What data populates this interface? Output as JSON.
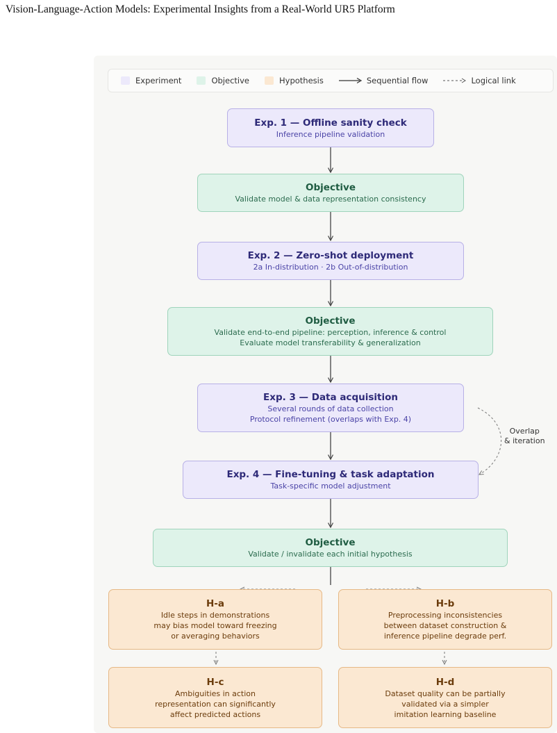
{
  "document_title": "Vision-Language-Action Models: Experimental Insights from a Real-World UR5 Platform",
  "legend": {
    "experiment": "Experiment",
    "objective": "Objective",
    "hypothesis": "Hypothesis",
    "sequential": "Sequential flow",
    "logical": "Logical link"
  },
  "colors": {
    "experiment_fill": "#ece9fb",
    "objective_fill": "#def3e9",
    "hypothesis_fill": "#fbe8d2"
  },
  "nodes": {
    "exp1": {
      "title": "Exp. 1 — Offline sanity check",
      "lines": [
        "Inference pipeline validation"
      ]
    },
    "obj1": {
      "title": "Objective",
      "lines": [
        "Validate model & data representation consistency"
      ]
    },
    "exp2": {
      "title": "Exp. 2 — Zero-shot deployment",
      "lines": [
        "2a In-distribution · 2b Out-of-distribution"
      ]
    },
    "obj2": {
      "title": "Objective",
      "lines": [
        "Validate end-to-end pipeline: perception, inference & control",
        "Evaluate model transferability & generalization"
      ]
    },
    "exp3": {
      "title": "Exp. 3 — Data acquisition",
      "lines": [
        "Several rounds of data collection",
        "Protocol refinement (overlaps with Exp. 4)"
      ]
    },
    "exp4": {
      "title": "Exp. 4 — Fine-tuning & task adaptation",
      "lines": [
        "Task-specific model adjustment"
      ]
    },
    "obj3": {
      "title": "Objective",
      "lines": [
        "Validate / invalidate each initial hypothesis"
      ]
    },
    "ha": {
      "title": "H-a",
      "lines": [
        "Idle steps in demonstrations",
        "may bias model toward freezing",
        "or averaging behaviors"
      ]
    },
    "hb": {
      "title": "H-b",
      "lines": [
        "Preprocessing inconsistencies",
        "between dataset construction &",
        "inference pipeline degrade perf."
      ]
    },
    "hc": {
      "title": "H-c",
      "lines": [
        "Ambiguities in action",
        "representation can significantly",
        "affect predicted actions"
      ]
    },
    "hd": {
      "title": "H-d",
      "lines": [
        "Dataset quality can be partially",
        "validated via a simpler",
        "imitation learning baseline"
      ]
    }
  },
  "overlap_label": [
    "Overlap",
    "& iteration"
  ]
}
